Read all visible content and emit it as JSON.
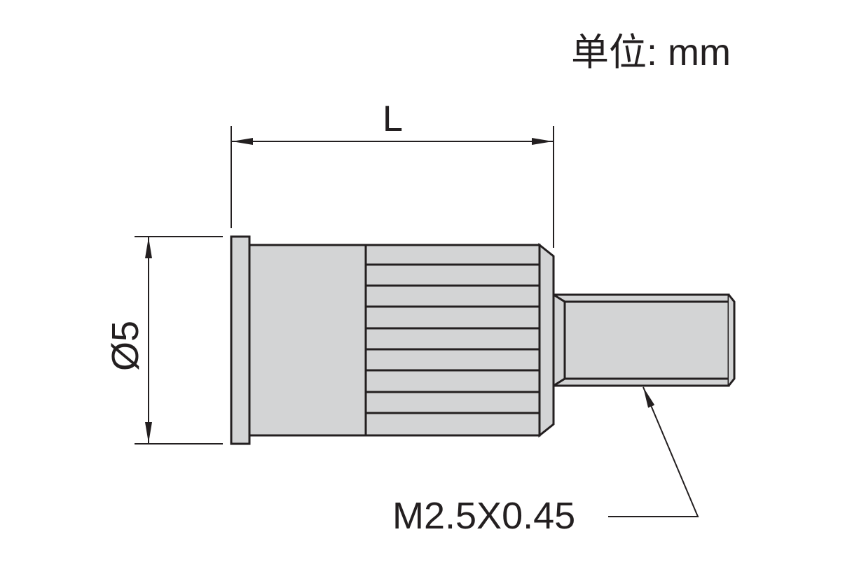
{
  "unit_label": "单位: mm",
  "dimensions": {
    "length": "L",
    "diameter": "Ø5",
    "thread": "M2.5X0.45"
  },
  "colors": {
    "part_fill": "#d3d4d5",
    "line": "#231f20"
  }
}
